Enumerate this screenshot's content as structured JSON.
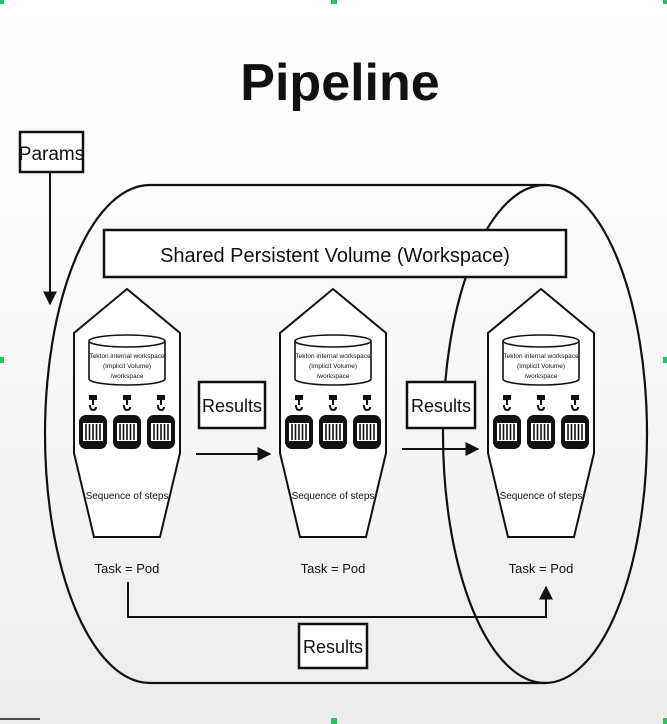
{
  "title": "Pipeline",
  "params_label": "Params",
  "workspace_label": "Shared Persistent Volume (Workspace)",
  "tasks": [
    {
      "ws_line1": "Tekton internal workspace",
      "ws_line2": "(Implicit Volume)",
      "ws_line3": "/workspace",
      "steps_label": "Sequence of steps",
      "pod_label": "Task = Pod"
    },
    {
      "ws_line1": "Tekton internal workspace",
      "ws_line2": "(Implicit Volume)",
      "ws_line3": "/workspace",
      "steps_label": "Sequence of steps",
      "pod_label": "Task = Pod"
    },
    {
      "ws_line1": "Tekton internal workspace",
      "ws_line2": "(Implicit Volume)",
      "ws_line3": "/workspace",
      "steps_label": "Sequence of steps",
      "pod_label": "Task = Pod"
    }
  ],
  "results_labels": [
    "Results",
    "Results",
    "Results"
  ],
  "colors": {
    "line": "#111111",
    "bg": "#ffffff",
    "handle": "#22c55e"
  }
}
